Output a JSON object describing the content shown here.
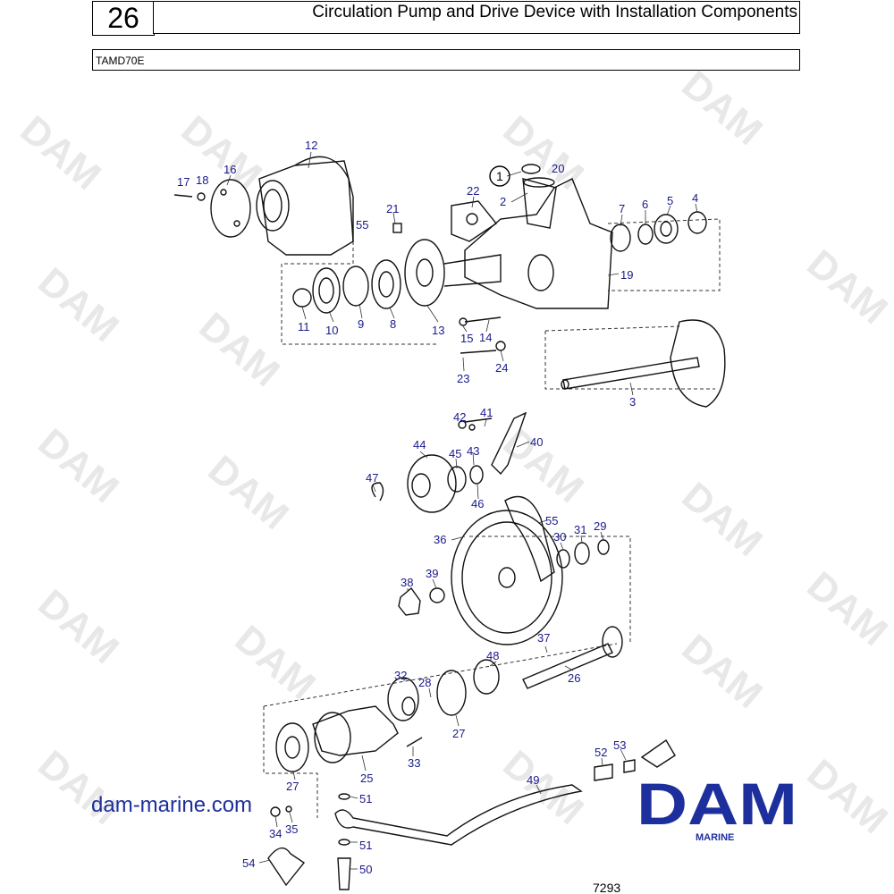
{
  "header": {
    "section": "26",
    "title": "Circulation Pump and Drive Device with Installation Components",
    "model": "TAMD70E"
  },
  "watermark": "DAM",
  "website": "dam-marine.com",
  "brand": {
    "logo": "DAM",
    "sub": "MARINE",
    "color": "#1d2f9c"
  },
  "figure_number": "7293",
  "callouts": {
    "c1": "1",
    "p2": "2",
    "p3": "3",
    "p4": "4",
    "p5": "5",
    "p6": "6",
    "p7": "7",
    "p8": "8",
    "p9": "9",
    "p10": "10",
    "p11": "11",
    "p12": "12",
    "p13": "13",
    "p14": "14",
    "p15": "15",
    "p16": "16",
    "p17": "17",
    "p18": "18",
    "p19": "19",
    "p20": "20",
    "p21": "21",
    "p22": "22",
    "p23": "23",
    "p24": "24",
    "p25": "25",
    "p26": "26",
    "p27a": "27",
    "p27b": "27",
    "p28": "28",
    "p29": "29",
    "p30": "30",
    "p31": "31",
    "p32": "32",
    "p33": "33",
    "p34": "34",
    "p35": "35",
    "p36": "36",
    "p37": "37",
    "p38": "38",
    "p39": "39",
    "p40": "40",
    "p41": "41",
    "p42": "42",
    "p43": "43",
    "p44": "44",
    "p45": "45",
    "p46": "46",
    "p47": "47",
    "p48": "48",
    "p49": "49",
    "p50": "50",
    "p51a": "51",
    "p51b": "51",
    "p52": "52",
    "p53": "53",
    "p54": "54",
    "p55a": "55",
    "p55b": "55"
  }
}
